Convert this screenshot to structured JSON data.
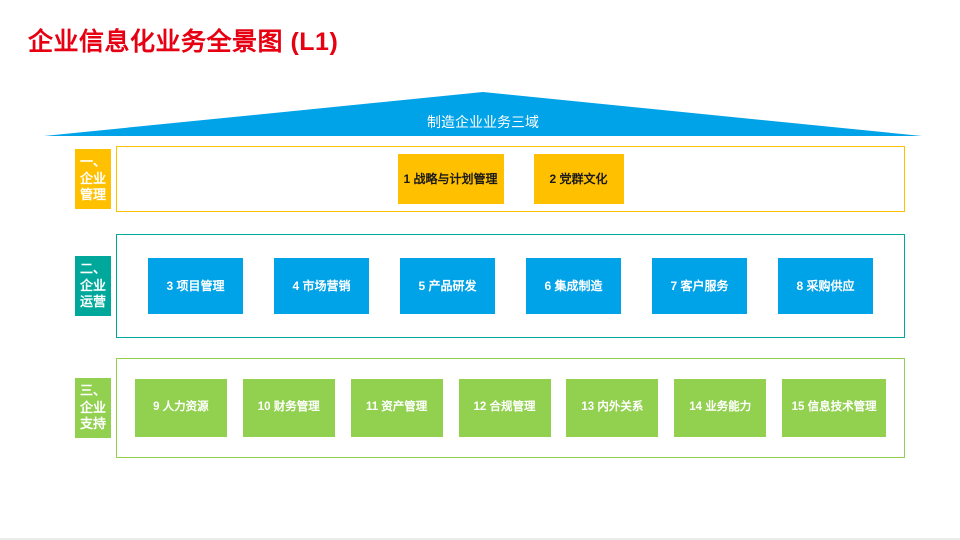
{
  "page": {
    "title": "企业信息化业务全景图 (L1)"
  },
  "roof": {
    "label": "制造企业业务三域"
  },
  "colors": {
    "title-color": "#E60012",
    "roof-color": "#00A2E8",
    "band1-accent": "#FFC000",
    "band1-box-bg": "#FFC000",
    "band2-accent": "#00A89B",
    "band2-box-bg": "#00A2E8",
    "band3-accent": "#92D050",
    "band3-box-bg": "#92D050"
  },
  "bands": [
    {
      "label": "一、企业管理",
      "label_display": "一、\n企业\n管理",
      "items": [
        {
          "text": "1 战略与计划管理"
        },
        {
          "text": "2 党群文化"
        }
      ]
    },
    {
      "label": "二、企业运营",
      "label_display": "二、\n企业\n运营",
      "items": [
        {
          "text": "3 项目管理"
        },
        {
          "text": "4 市场营销"
        },
        {
          "text": "5 产品研发"
        },
        {
          "text": "6 集成制造"
        },
        {
          "text": "7 客户服务"
        },
        {
          "text": "8 采购供应"
        }
      ]
    },
    {
      "label": "三、企业支持",
      "label_display": "三、\n企业\n支持",
      "items": [
        {
          "text": "9 人力资源"
        },
        {
          "text": "10 财务管理"
        },
        {
          "text": "11 资产管理"
        },
        {
          "text": "12 合规管理"
        },
        {
          "text": "13 内外关系"
        },
        {
          "text": "14 业务能力"
        },
        {
          "text": "15 信息技术管理"
        }
      ]
    }
  ]
}
